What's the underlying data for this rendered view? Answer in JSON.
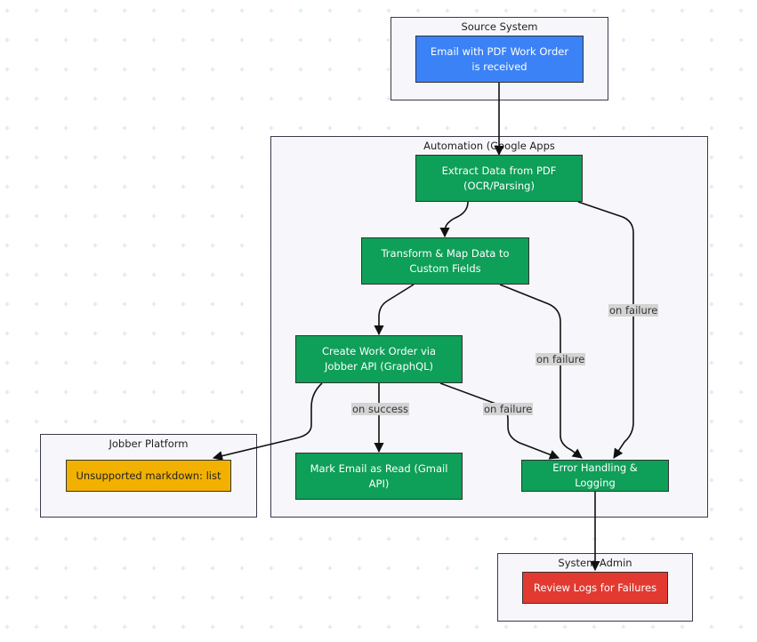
{
  "clusters": {
    "source": "Source System",
    "automation": "Automation (Google Apps",
    "jobber": "Jobber Platform",
    "admin": "System Admin"
  },
  "nodes": {
    "email": "Email with PDF Work Order is received",
    "extract": "Extract Data from PDF (OCR/Parsing)",
    "transform": "Transform & Map Data to Custom Fields",
    "create": "Create Work Order via Jobber API (GraphQL)",
    "mark": "Mark Email as Read (Gmail API)",
    "error": "Error Handling & Logging",
    "unsupported": "Unsupported markdown: list",
    "review": "Review Logs for Failures"
  },
  "edge_labels": {
    "extract_fail": "on failure",
    "transform_fail": "on failure",
    "create_fail": "on failure",
    "create_success": "on success"
  },
  "colors": {
    "blue": "#3b82f6",
    "green": "#0e9f58",
    "yellow": "#f2b100",
    "red": "#e23a31"
  }
}
